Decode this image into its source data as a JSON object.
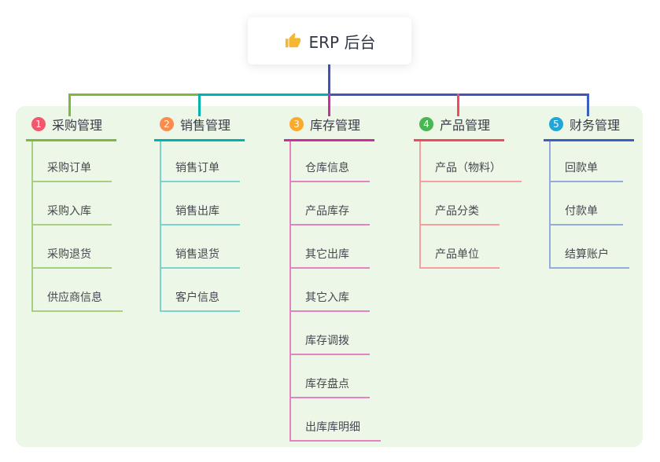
{
  "root": {
    "title": "ERP 后台",
    "icon": "thumbs-up"
  },
  "colors": {
    "panel_bg": "#edf7e8",
    "root_line": "#4153bd",
    "text_dark": "#323746",
    "text_child": "#46484f"
  },
  "connectors": {
    "bus_segments": [
      {
        "name": "left",
        "color": "#7cb93e"
      },
      {
        "name": "center",
        "color": "#00b3af"
      },
      {
        "name": "right",
        "color": "#4153bd"
      }
    ]
  },
  "branches": [
    {
      "badge": "1",
      "badge_color": "#f4566c",
      "title": "采购管理",
      "line_color": "#7cb93e",
      "child_line_color": "#a9cf83",
      "children": [
        "采购订单",
        "采购入库",
        "采购退货",
        "供应商信息"
      ]
    },
    {
      "badge": "2",
      "badge_color": "#fc8c4e",
      "title": "销售管理",
      "line_color": "#00b3af",
      "child_line_color": "#7fd2cb",
      "children": [
        "销售订单",
        "销售出库",
        "销售退货",
        "客户信息"
      ]
    },
    {
      "badge": "3",
      "badge_color": "#fcaa2b",
      "title": "库存管理",
      "line_color": "#cb2f9c",
      "child_line_color": "#e583c2",
      "children": [
        "仓库信息",
        "产品库存",
        "其它出库",
        "其它入库",
        "库存调拨",
        "库存盘点",
        "出库库明细"
      ]
    },
    {
      "badge": "4",
      "badge_color": "#48b652",
      "title": "产品管理",
      "line_color": "#f4495d",
      "child_line_color": "#f79f9f",
      "children": [
        "产品（物料）",
        "产品分类",
        "产品单位"
      ]
    },
    {
      "badge": "5",
      "badge_color": "#21a6d8",
      "title": "财务管理",
      "line_color": "#3b5ec1",
      "child_line_color": "#96abdc",
      "children": [
        "回款单",
        "付款单",
        "结算账户"
      ]
    }
  ]
}
